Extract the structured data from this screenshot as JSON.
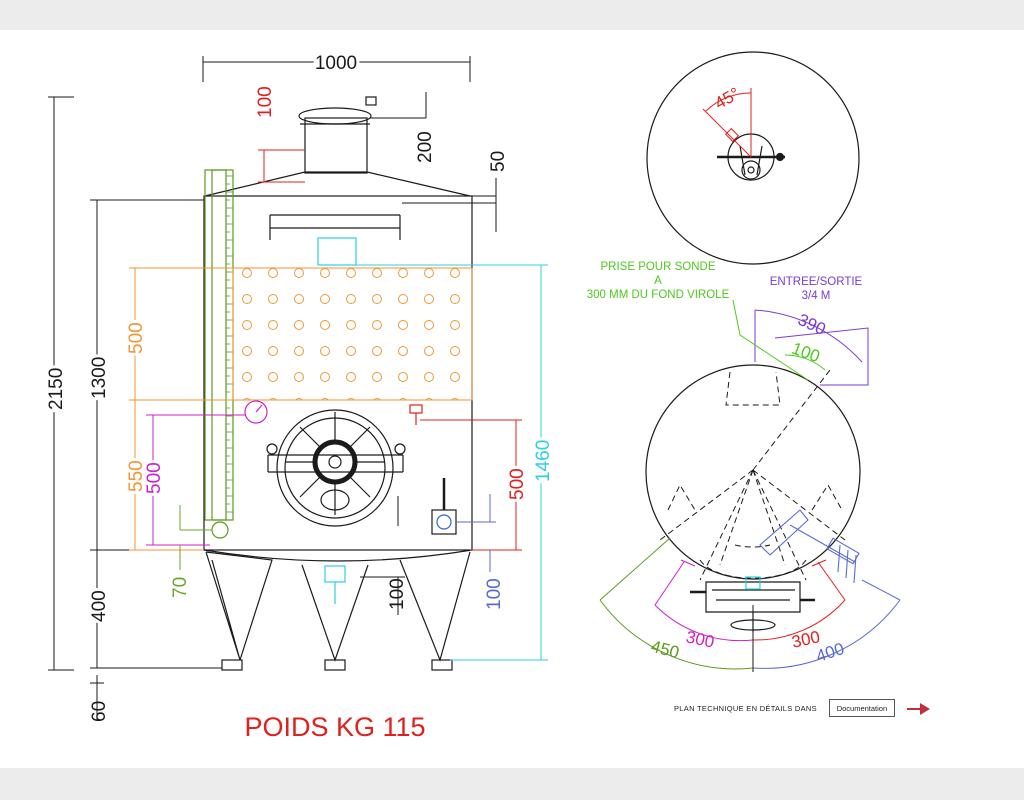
{
  "colors": {
    "black": "#1a1a1a",
    "red": "#e0201c",
    "orange": "#f09632",
    "magenta": "#d21ec8",
    "cyan": "#2ad2dc",
    "green": "#4ec81e",
    "dark_green": "#5a9a1e",
    "purple": "#7a3ad2",
    "blue": "#5a6ad2",
    "olive": "#6aa82a"
  },
  "left_view": {
    "dims": {
      "width_top": "1000",
      "lid_height": "100",
      "neck_height": "200",
      "cone_height": "50",
      "total_height": "2150",
      "body_height": "1300",
      "jacket_height": "500",
      "lower_band": "550",
      "door_height_left": "500",
      "door_height_right": "500",
      "outlet_height": "1460",
      "level_offset": "70",
      "legs_height": "400",
      "feet_height": "60",
      "drain_offset": "100",
      "valve_offset": "100"
    },
    "weight_label": "POIDS KG 115"
  },
  "right_view": {
    "angle_label": "45°",
    "probe_note": [
      "PRISE POUR SONDE",
      "A",
      "300 MM DU FOND VIROLE"
    ],
    "inlet_note": [
      "ENTREE/SORTIE",
      "3/4 M"
    ],
    "dims": {
      "arc_390": "390",
      "arc_100": "100",
      "arc_450": "450",
      "arc_300_left": "300",
      "arc_300_right": "300",
      "arc_400": "400"
    }
  },
  "footer": {
    "caption": "PLAN TECHNIQUE EN DÉTAILS DANS",
    "button_label": "Documentation"
  }
}
